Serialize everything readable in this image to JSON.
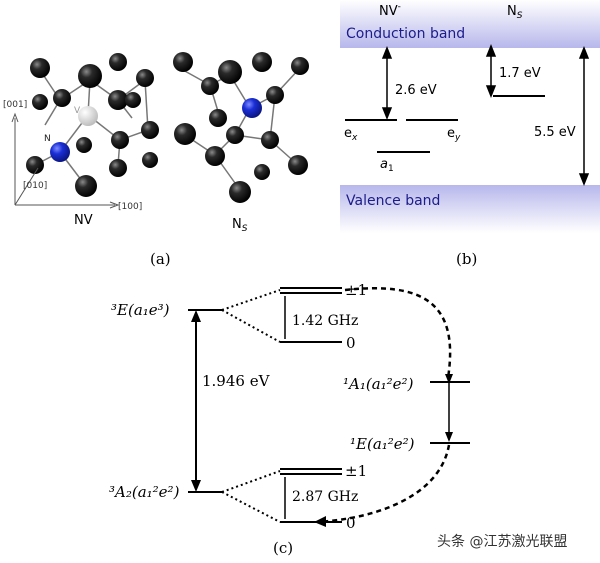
{
  "panel_a": {
    "caption": "(a)",
    "nv_label": "NV",
    "ns_label": "N",
    "ns_sub": "S",
    "atom_n": "N",
    "atom_v": "V",
    "axis_001": "[001]",
    "axis_010": "[010]",
    "axis_100": "[100]"
  },
  "panel_b": {
    "caption": "(b)",
    "nv_header": "NV",
    "nv_sup": "-",
    "ns_header": "N",
    "ns_sub": "S",
    "conduction": "Conduction band",
    "valence": "Valence band",
    "e_nv": "2.6 eV",
    "e_ns": "1.7 eV",
    "e_gap": "5.5 eV",
    "ex": "e",
    "ex_sub": "x",
    "ey": "e",
    "ey_sub": "y",
    "a1": "a",
    "a1_sub": "1"
  },
  "panel_c": {
    "caption": "(c)",
    "excited_state": "³E(a₁e³)",
    "ground_state": "³A₂(a₁²e²)",
    "singlet_A": "¹A₁(a₁²e²)",
    "singlet_E": "¹E(a₁²e²)",
    "split_excited": "1.42 GHz",
    "split_ground": "2.87 GHz",
    "optical": "1.946 eV",
    "pm1_top": "±1",
    "zero_top": "0",
    "pm1_bottom": "±1",
    "zero_bottom": "0"
  },
  "watermark": "头条 @江苏激光联盟",
  "colors": {
    "band_fill": "#b8b8ea",
    "band_text": "#1c1c8c",
    "atom_black": "#1a1a1a",
    "atom_blue": "#1a2fd6",
    "atom_vacancy": "#d8d8d8"
  }
}
